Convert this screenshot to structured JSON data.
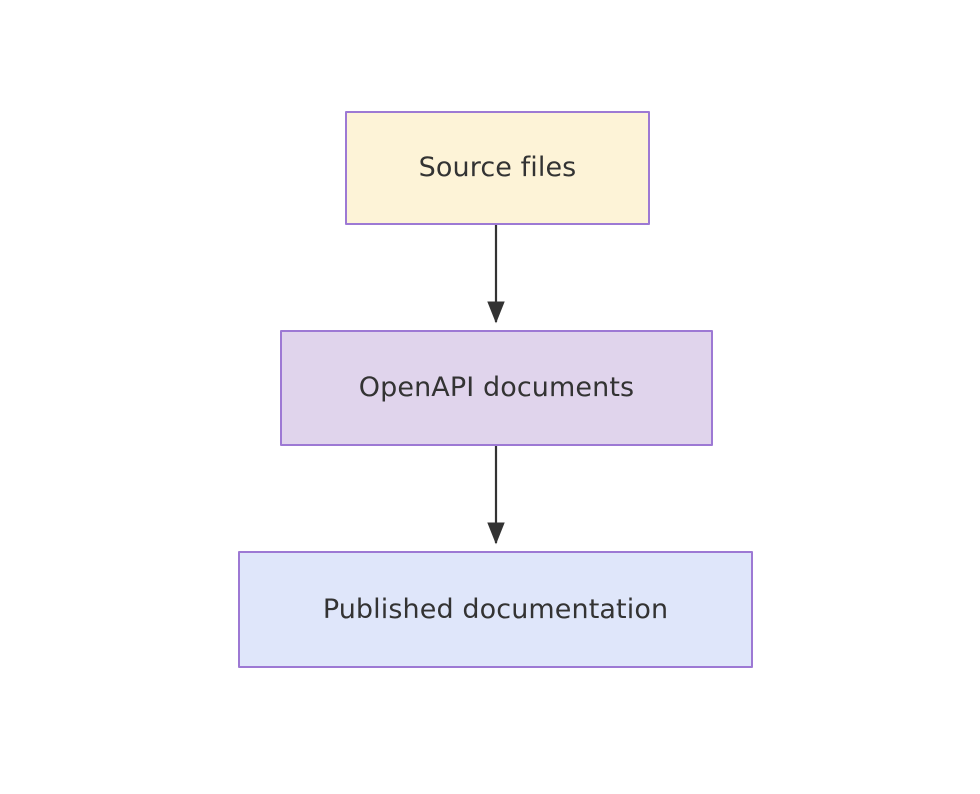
{
  "diagram": {
    "type": "flowchart",
    "direction": "top-to-bottom",
    "background_color": "#ffffff",
    "node_border_color": "#9d79d4",
    "node_text_color": "#333333",
    "edge_color": "#333333",
    "nodes": [
      {
        "id": "source-files",
        "label": "Source files",
        "fill_color": "#fdf3d7"
      },
      {
        "id": "openapi-documents",
        "label": "OpenAPI documents",
        "fill_color": "#e0d4ec"
      },
      {
        "id": "published-documentation",
        "label": "Published documentation",
        "fill_color": "#dfe6fa"
      }
    ],
    "edges": [
      {
        "id": "edge-source-to-openapi",
        "from": "source-files",
        "to": "openapi-documents",
        "label": "",
        "arrowhead": "solid-triangle"
      },
      {
        "id": "edge-openapi-to-published",
        "from": "openapi-documents",
        "to": "published-documentation",
        "label": "",
        "arrowhead": "solid-triangle"
      }
    ]
  }
}
